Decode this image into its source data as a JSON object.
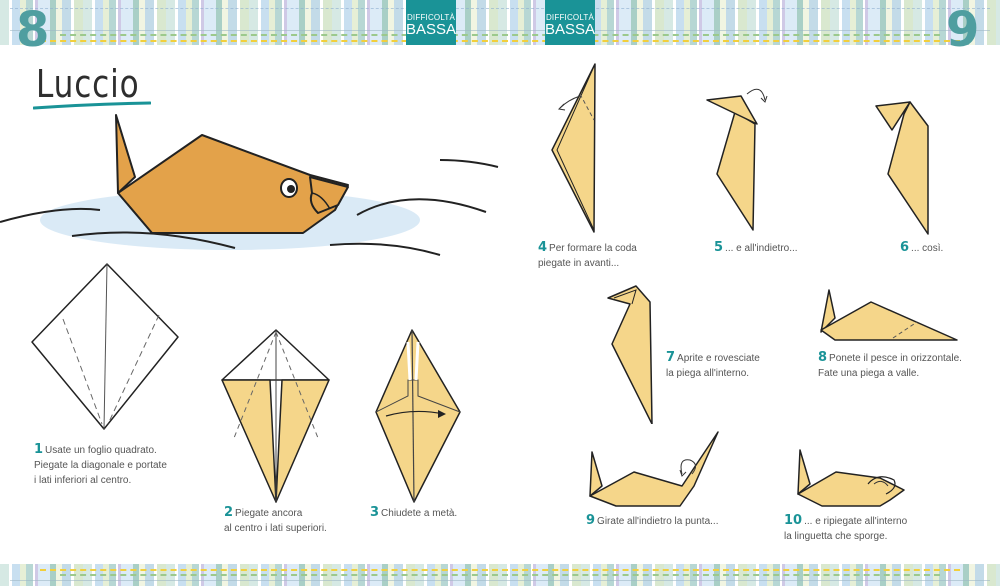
{
  "header": {
    "page_left": "8",
    "page_right": "9",
    "badge_left": {
      "line1": "DIFFICOLTÀ",
      "line2": "BASSA"
    },
    "badge_right": {
      "line1": "DIFFICOLTÀ",
      "line2": "BASSA"
    }
  },
  "title": "Luccio",
  "colors": {
    "accent": "#1a9397",
    "page_number": "#4f9ea0",
    "paper": "#f5d68a",
    "fish": "#e3a24a",
    "water": "#d4e6f5"
  },
  "steps": [
    {
      "num": "1",
      "lines": [
        "Usate un foglio quadrato.",
        "Piegate la diagonale e portate",
        "i lati inferiori al centro."
      ]
    },
    {
      "num": "2",
      "lines": [
        "Piegate ancora",
        "al centro i lati superiori."
      ]
    },
    {
      "num": "3",
      "lines": [
        "Chiudete a metà."
      ]
    },
    {
      "num": "4",
      "lines": [
        "Per formare la coda",
        "piegate in avanti..."
      ]
    },
    {
      "num": "5",
      "lines": [
        "... e all'indietro..."
      ]
    },
    {
      "num": "6",
      "lines": [
        "... così."
      ]
    },
    {
      "num": "7",
      "lines": [
        "Aprite e rovesciate",
        "la piega all'interno."
      ]
    },
    {
      "num": "8",
      "lines": [
        "Ponete il pesce in orizzontale.",
        "Fate una piega a valle."
      ]
    },
    {
      "num": "9",
      "lines": [
        "Girate all'indietro la punta..."
      ]
    },
    {
      "num": "10",
      "lines": [
        "... e ripiegate all'interno",
        "la linguetta che sporge."
      ]
    }
  ]
}
